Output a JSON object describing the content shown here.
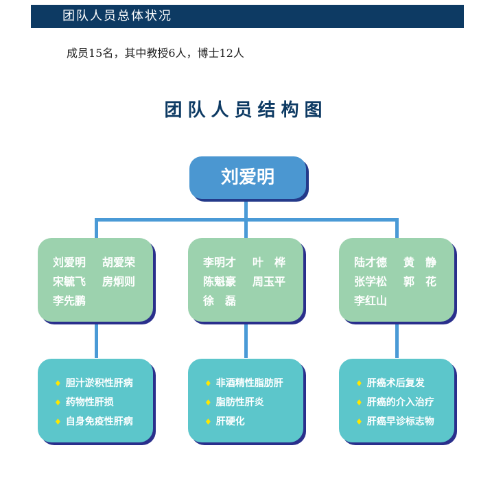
{
  "header": {
    "title": "团队人员总体状况"
  },
  "summary": "成员15名，其中教授6人，博士12人",
  "diagram_title": "团队人员结构图",
  "root": "刘爱明",
  "groups": [
    {
      "members": [
        [
          "刘爱明",
          "胡爱荣"
        ],
        [
          "宋毓飞",
          "房炯则"
        ],
        [
          "李先鹏",
          ""
        ]
      ],
      "topics": [
        "胆汁淤积性肝病",
        "药物性肝损",
        "自身免疫性肝病"
      ]
    },
    {
      "members": [
        [
          "李明才",
          "叶　桦"
        ],
        [
          "陈魁豪",
          "周玉平"
        ],
        [
          "徐　磊",
          ""
        ]
      ],
      "topics": [
        "非酒精性脂肪肝",
        "脂肪性肝炎",
        "肝硬化"
      ]
    },
    {
      "members": [
        [
          "陆才德",
          "黄　静"
        ],
        [
          "张学松",
          "郭　花"
        ],
        [
          "李红山",
          ""
        ]
      ],
      "topics": [
        "肝癌术后复发",
        "肝癌的介入治疗",
        "肝癌早诊标志物"
      ]
    }
  ],
  "bullet": "♦"
}
